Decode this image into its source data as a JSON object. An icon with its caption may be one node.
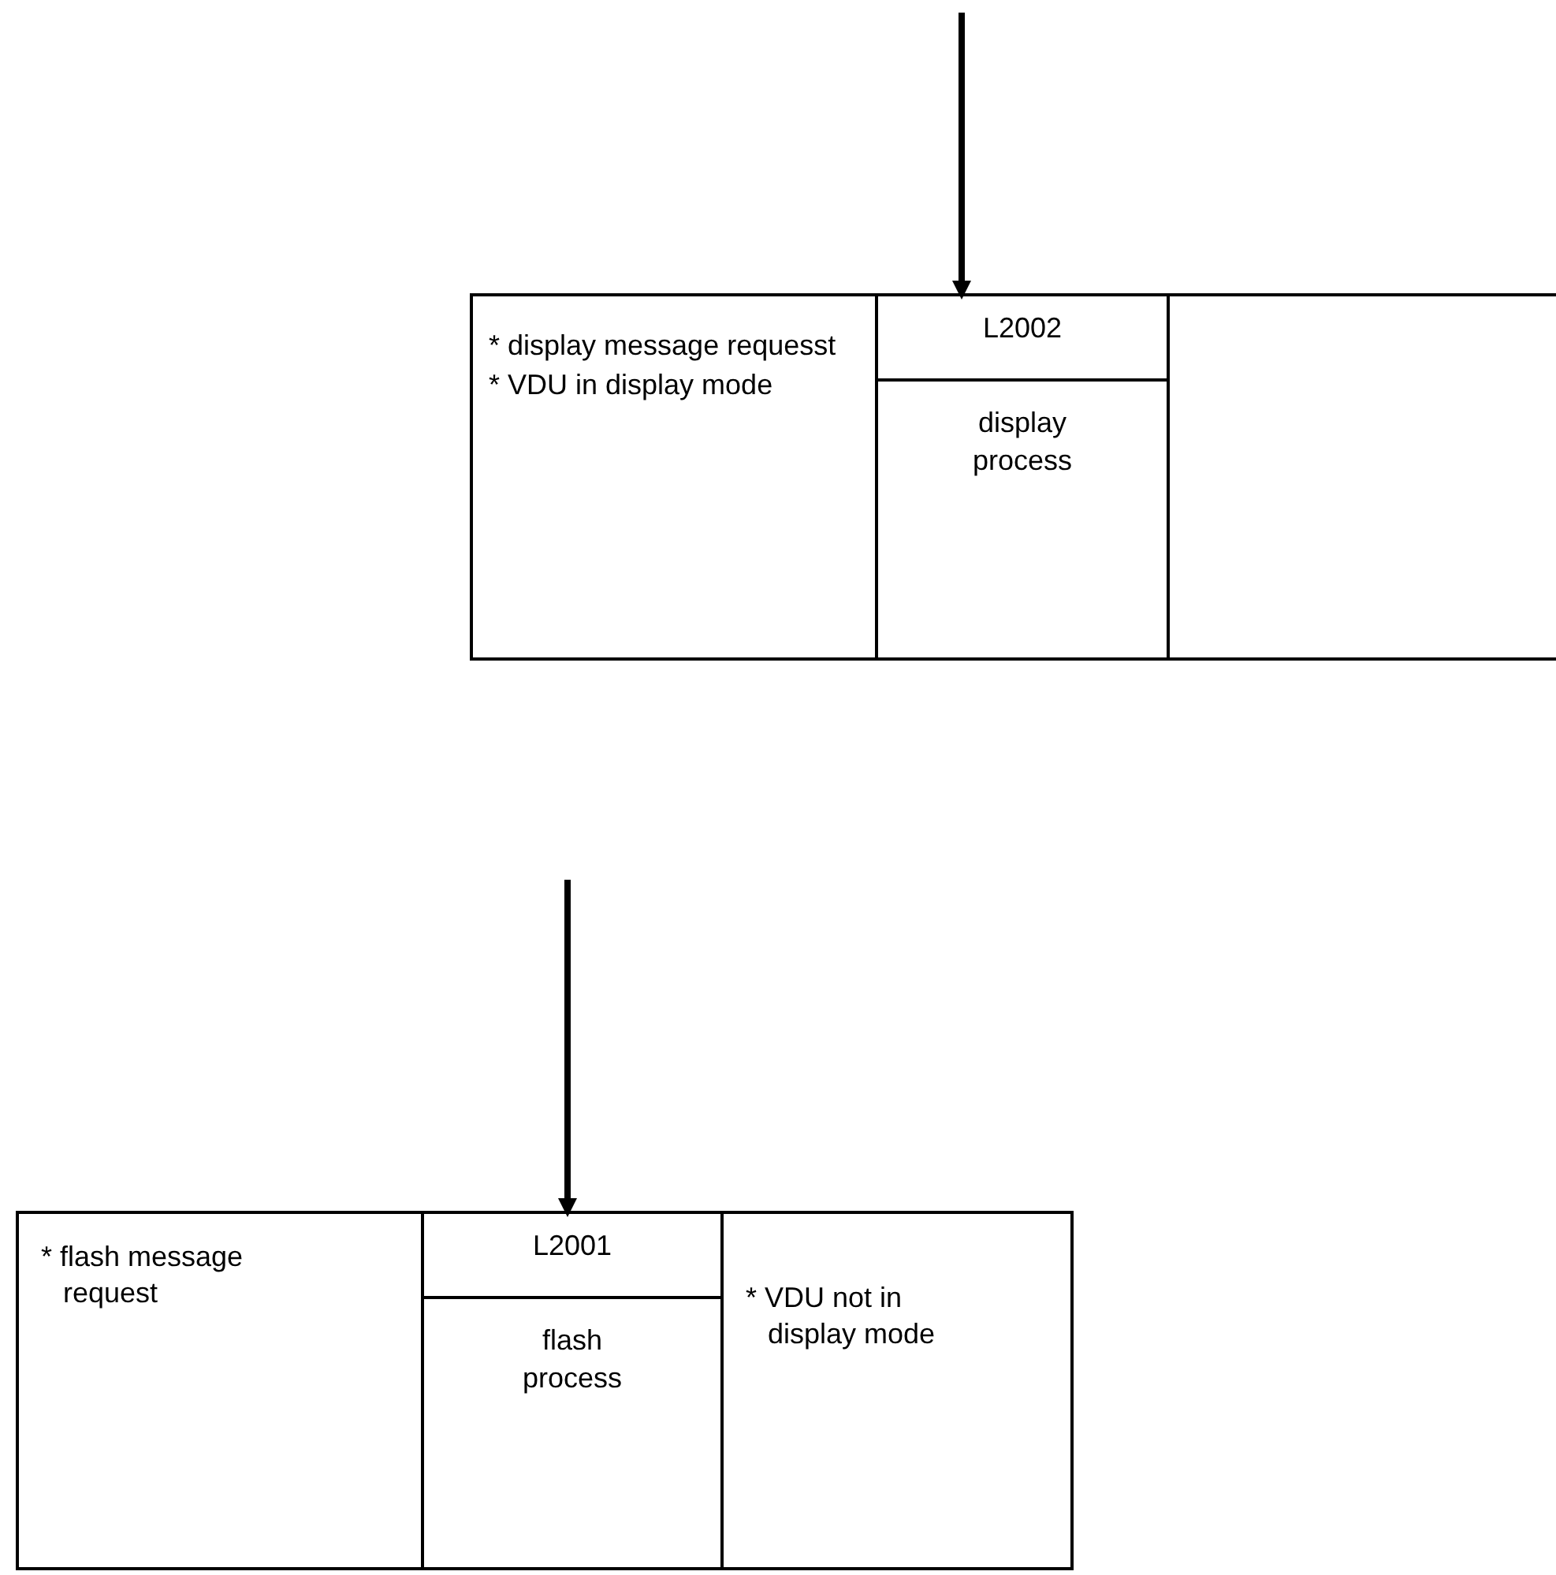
{
  "diagram": {
    "nodes": [
      {
        "text": [],
        "shape": "box"
      },
      {
        "text": [
          "* display message requesst",
          "* VDU in display mode"
        ],
        "in": 0
      },
      {
        "text": [
          "L2002",
          "display process"
        ],
        "in": 0
      },
      {
        "text": [],
        "shape": "box",
        "in": 0
      },
      {
        "text": [],
        "shape": "box"
      },
      {
        "text": [
          "* flash message request"
        ],
        "in": 4
      },
      {
        "text": [
          "L2001",
          "flash process"
        ],
        "in": 4
      },
      {
        "text": [
          "* VDU not in display mode"
        ],
        "in": 4
      }
    ],
    "edges": [
      {
        "from": null,
        "to": 2,
        "arrow": "to"
      },
      {
        "from": null,
        "to": 6,
        "arrow": "to"
      }
    ]
  }
}
